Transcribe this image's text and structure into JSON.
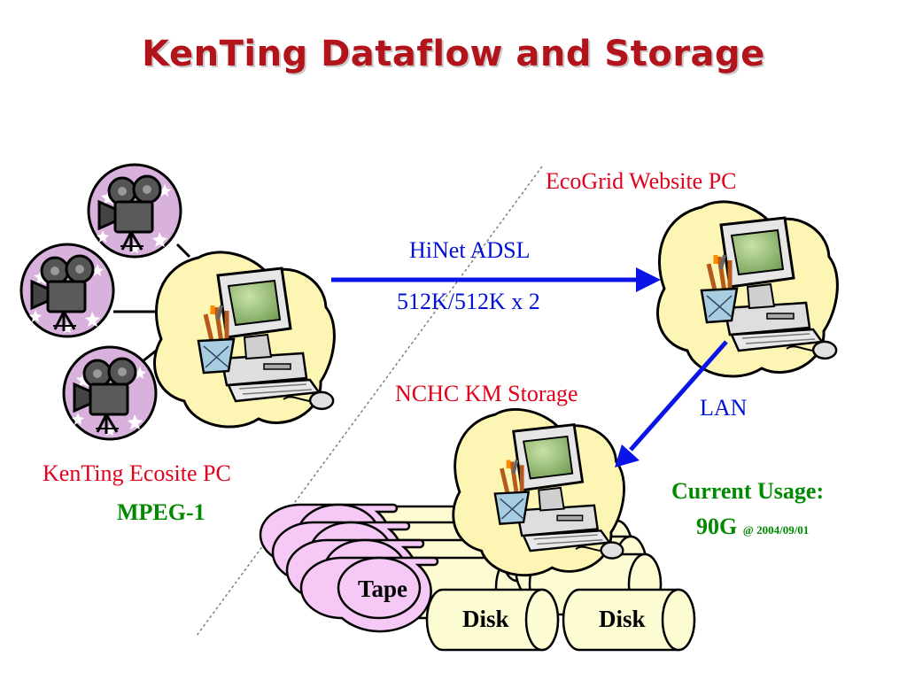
{
  "title": "KenTing Dataflow and Storage",
  "ecogrid_label": "EcoGrid Website PC",
  "link_label": "HiNet ADSL",
  "bandwidth_label": "512K/512K x 2",
  "nchc_label": "NCHC KM Storage",
  "lan_label": "LAN",
  "ecosite_label": "KenTing Ecosite PC",
  "format_label": "MPEG-1",
  "usage_label": "Current Usage:",
  "usage_value": "90G",
  "usage_date": "@ 2004/09/01",
  "tape_label": "Tape",
  "disk_labels": [
    "Disk",
    "Disk"
  ],
  "colors": {
    "title": "#b3131b",
    "label_red": "#e2001a",
    "label_blue": "#0010d8",
    "label_green": "#008a00",
    "arrow": "#0a14e6",
    "tape": "#f5c8f5",
    "disk": "#fdfbd2",
    "cloud": "#fdf5b4",
    "camera_bg": "#d8b2dd"
  }
}
